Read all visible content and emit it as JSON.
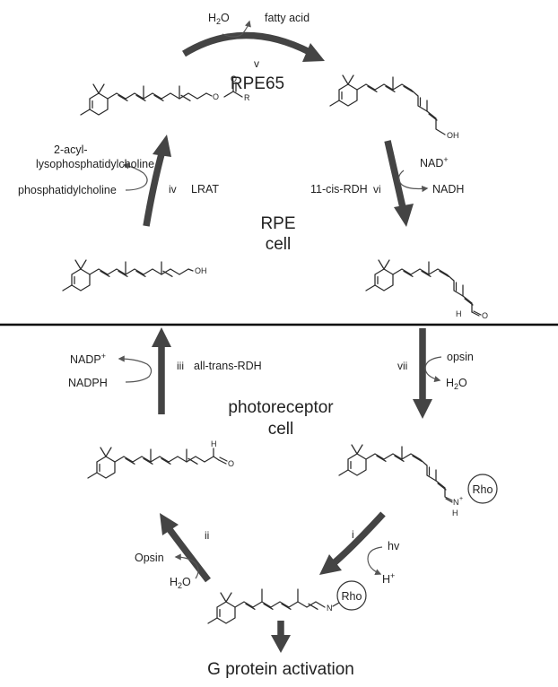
{
  "colors": {
    "arrow": "#444444",
    "ink": "#222222",
    "background": "#ffffff"
  },
  "regions": {
    "rpe": [
      "RPE",
      "cell"
    ],
    "photoreceptor": [
      "photoreceptor",
      "cell"
    ]
  },
  "enzymes": {
    "rpe65": "RPE65",
    "lrat": "LRAT",
    "cis_rdh": "11-cis-RDH",
    "trans_rdh": "all-trans-RDH"
  },
  "steps": {
    "i": "i",
    "ii": "ii",
    "iii": "iii",
    "iv": "iv",
    "v": "v",
    "vi": "vi",
    "vii": "vii"
  },
  "cofactors": {
    "h2o": "H",
    "h2o_sub": "2",
    "h2o_end": "O",
    "fatty_acid": "fatty acid",
    "nad": "NAD",
    "nad_sup": "+",
    "nadh": "NADH",
    "acyl_1": "2-acyl-",
    "acyl_2": "lysophosphatidylcholine",
    "pc": "phosphatidylcholine",
    "nadp": "NADP",
    "nadp_sup": "+",
    "nadph": "NADPH",
    "opsin": "opsin",
    "opsin_cap": "Opsin",
    "hv": "hv",
    "h": "H",
    "h_sup": "+"
  },
  "atoms": {
    "o": "O",
    "r": "R",
    "oh": "OH",
    "h": "H",
    "n": "N",
    "n_sup": "+",
    "rho": "Rho"
  },
  "output": "G protein activation"
}
